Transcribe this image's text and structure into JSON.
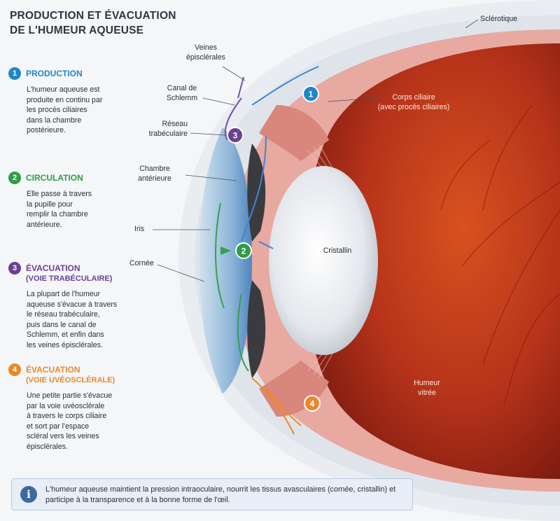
{
  "title": [
    "PRODUCTION ET ÉVACUATION",
    "DE L'HUMEUR AQUEUSE"
  ],
  "colors": {
    "step1": "#1f87c8",
    "step2": "#2e9d48",
    "step3": "#6b3f93",
    "step4": "#e8892c",
    "flow_blue": "#3b86d6",
    "flow_green": "#33a24b",
    "flow_purple": "#7a4db0",
    "flow_orange": "#f08a24"
  },
  "steps": [
    {
      "num": "1",
      "title": "PRODUCTION",
      "subtitle": "",
      "text": "L'humeur aqueuse est\nproduite en continu par\nles procès ciliaires\ndans la chambre\npostérieure."
    },
    {
      "num": "2",
      "title": "CIRCULATION",
      "subtitle": "",
      "text": "Elle passe à travers\nla pupille pour\nremplir la chambre\nantérieure."
    },
    {
      "num": "3",
      "title": "ÉVACUATION",
      "subtitle": "(VOIE TRABÉCULAIRE)",
      "text": "La plupart de l'humeur\naqueuse s'évacue à travers\nle réseau trabéculaire,\npuis dans le canal de\nSchlemm, et enfin dans\nles veines épisclérales."
    },
    {
      "num": "4",
      "title": "ÉVACUATION",
      "subtitle": "(VOIE UVÉOSCLÉRALE)",
      "text": "Une petite partie s'évacue\npar la voie uvéosclérale\nà travers le corps ciliaire\net sort par l'espace\nscléral vers les veines\népisclérales."
    }
  ],
  "labels": {
    "sclerotique": "Sclérotique",
    "veines": "Veines\népisclérales",
    "canal": "Canal de\nSchlemm",
    "reseau": "Réseau\ntrabéculaire",
    "chambre": "Chambre\nantérieure",
    "iris": "Iris",
    "cornee": "Cornée",
    "corps": "Corps ciliaire\n(avec procès ciliaires)",
    "cristallin": "Cristallin",
    "humeur": "Humeur\nvitrée"
  },
  "info": {
    "icon": "info-icon",
    "text": "L'humeur aqueuse maintient la pression intraoculaire, nourrit les tissus avasculaires (cornée, cristallin) et participe à la transparence et à la bonne forme de l'œil."
  }
}
